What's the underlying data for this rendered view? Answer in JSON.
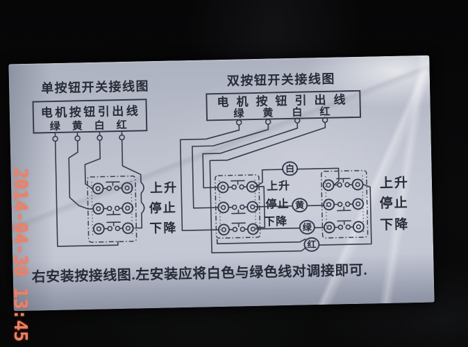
{
  "photo": {
    "background": "#070708",
    "timestamp": "2014-04-30 13:45",
    "timestamp_color": "#ee8066"
  },
  "label": {
    "background": "#c0c4d1",
    "ink_color": "#32364a",
    "left_diagram": {
      "title": "单按钮开关接线图",
      "lead_box": {
        "title": "电机按钮引出线",
        "colors": [
          "绿",
          "黄",
          "白",
          "红"
        ]
      },
      "actions": [
        "上升",
        "停止",
        "下降"
      ]
    },
    "right_diagram": {
      "title": "双按钮开关接线图",
      "lead_box": {
        "title": "电机按钮引出线",
        "colors": [
          "绿",
          "黄",
          "白",
          "红"
        ]
      },
      "wire_tags": [
        "白",
        "黄",
        "绿",
        "红"
      ],
      "actions": [
        "上升",
        "停止",
        "下降"
      ]
    },
    "note": "右安装按接线图.左安装应将白色与绿色线对调接即可."
  }
}
